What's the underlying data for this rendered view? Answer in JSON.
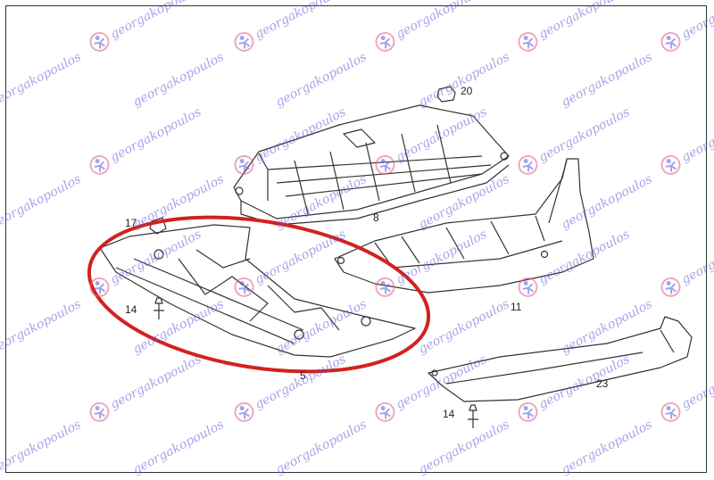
{
  "watermark": {
    "text": "georgakopoulos",
    "color": "#5a5ad6",
    "logo_color": "#e0608a",
    "icon": "person-logo-icon"
  },
  "highlight": {
    "color": "#d42020"
  },
  "parts": [
    {
      "id": "p20",
      "label": "20"
    },
    {
      "id": "p8",
      "label": "8"
    },
    {
      "id": "p17",
      "label": "17"
    },
    {
      "id": "p14a",
      "label": "14"
    },
    {
      "id": "p11",
      "label": "11"
    },
    {
      "id": "p5",
      "label": "5"
    },
    {
      "id": "p23",
      "label": "23"
    },
    {
      "id": "p14b",
      "label": "14"
    }
  ]
}
